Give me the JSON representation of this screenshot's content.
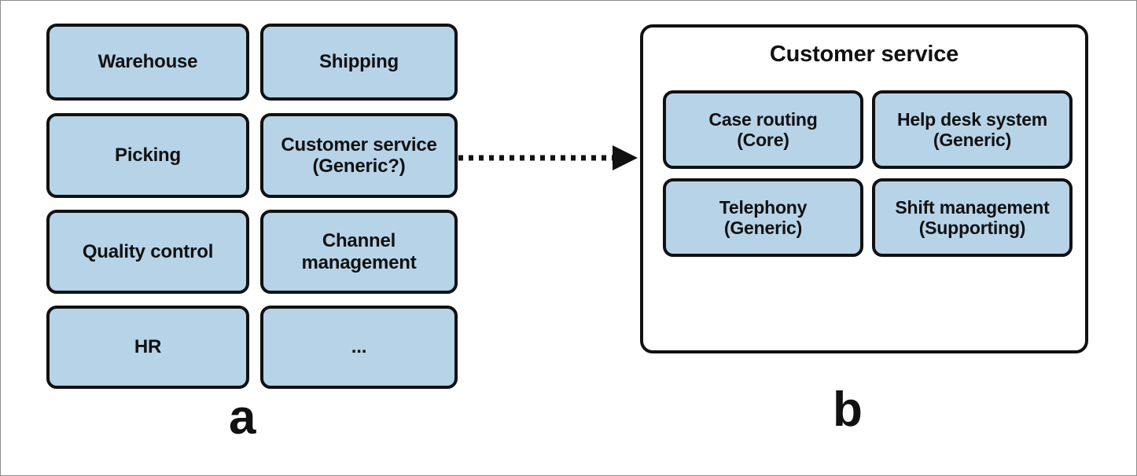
{
  "figure": {
    "type": "diagram",
    "description": "Two-panel diagram: panel a lists coarse subdomains, panel b zooms into the Customer service subdomain decomposed into finer subdomains with type annotations.",
    "frame_color": "#8d8d8d",
    "box_fill": "#b7d3e8",
    "box_stroke": "#111111",
    "background": "#ffffff"
  },
  "panel_a": {
    "label": "a",
    "boxes": [
      {
        "id": "warehouse",
        "line1": "Warehouse",
        "line2": ""
      },
      {
        "id": "shipping",
        "line1": "Shipping",
        "line2": ""
      },
      {
        "id": "picking",
        "line1": "Picking",
        "line2": ""
      },
      {
        "id": "customer-service",
        "line1": "Customer service",
        "line2": "(Generic?)"
      },
      {
        "id": "quality-control",
        "line1": "Quality control",
        "line2": ""
      },
      {
        "id": "channel-management",
        "line1": "Channel",
        "line2": "management"
      },
      {
        "id": "hr",
        "line1": "HR",
        "line2": ""
      },
      {
        "id": "ellipsis",
        "line1": "...",
        "line2": ""
      }
    ]
  },
  "connector": {
    "id": "customer-service-zoom-arrow",
    "style": "dotted",
    "arrowhead": "filled-triangle",
    "direction": "left-to-right",
    "color": "#111111"
  },
  "panel_b": {
    "label": "b",
    "container_title": "Customer service",
    "boxes": [
      {
        "id": "case-routing",
        "line1": "Case routing",
        "line2": "(Core)"
      },
      {
        "id": "help-desk-system",
        "line1": "Help desk system",
        "line2": "(Generic)"
      },
      {
        "id": "telephony",
        "line1": "Telephony",
        "line2": "(Generic)"
      },
      {
        "id": "shift-management",
        "line1": "Shift management",
        "line2": "(Supporting)"
      }
    ]
  }
}
